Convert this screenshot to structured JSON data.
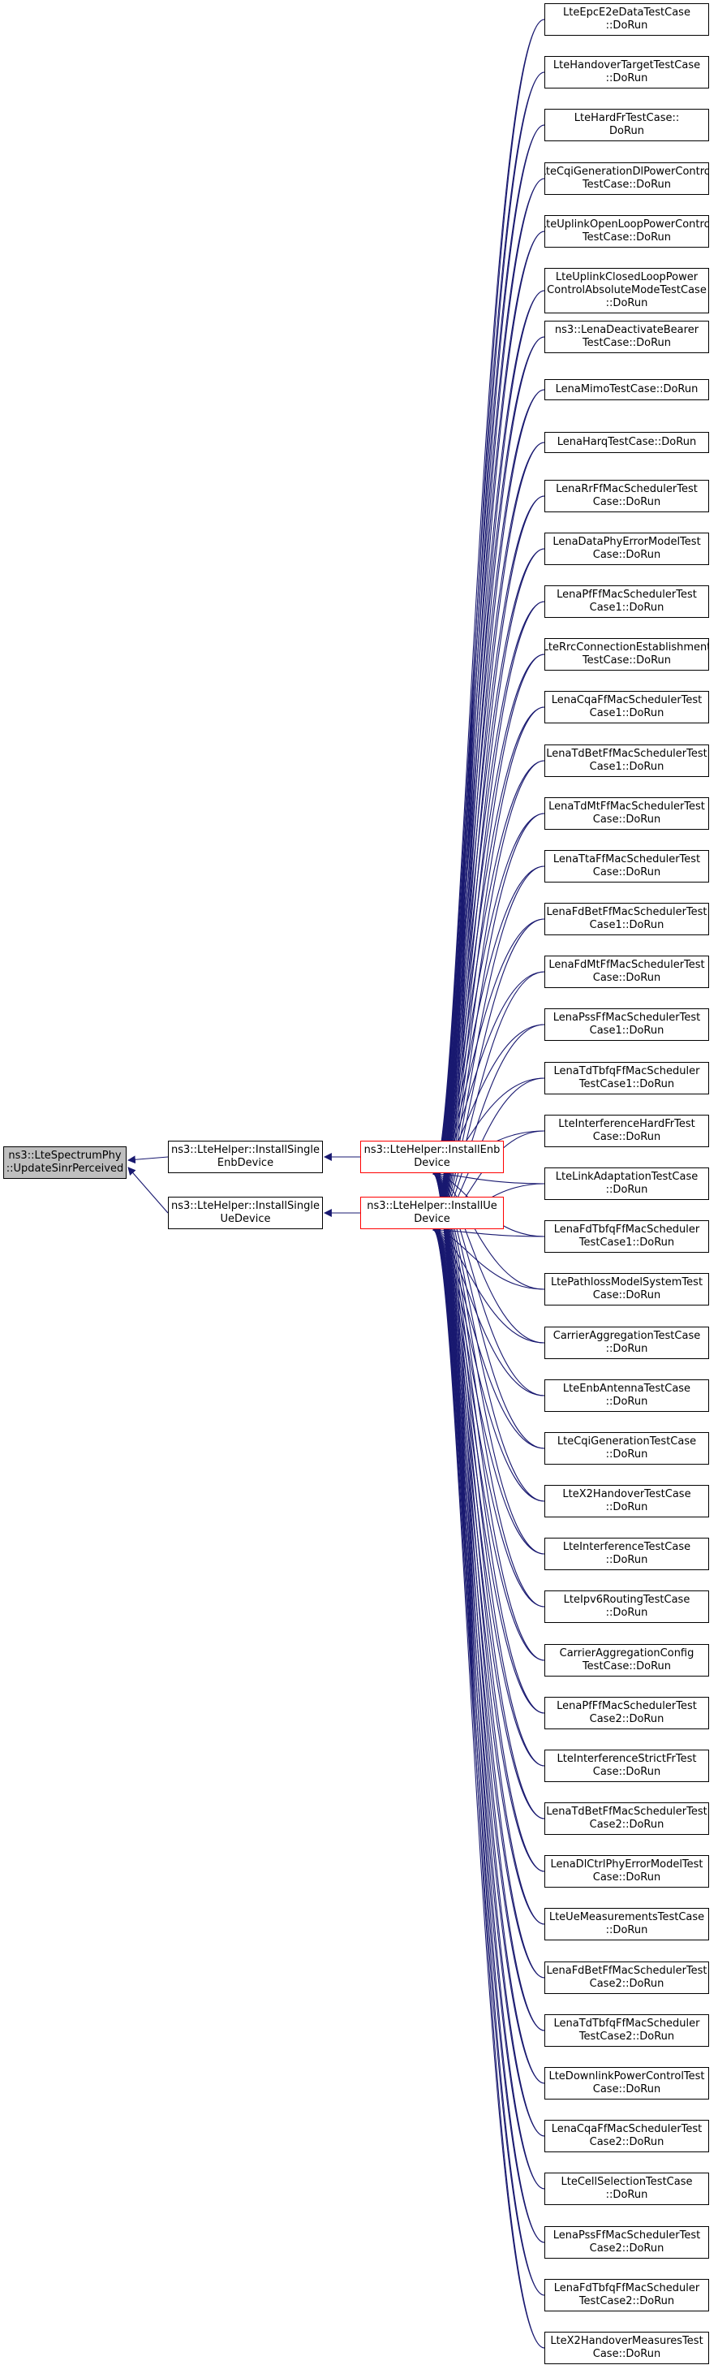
{
  "diagram": {
    "edge_color": "#191970",
    "root_fill": "#bfbfbf",
    "highlight_border": "#ff0000",
    "root": {
      "lines": [
        "ns3::LteSpectrumPhy",
        "::UpdateSinrPerceived"
      ]
    },
    "middle": [
      {
        "lines": [
          "ns3::LteHelper::InstallSingle",
          "EnbDevice"
        ]
      },
      {
        "lines": [
          "ns3::LteHelper::InstallSingle",
          "UeDevice"
        ]
      }
    ],
    "installers": [
      {
        "lines": [
          "ns3::LteHelper::InstallEnb",
          "Device"
        ]
      },
      {
        "lines": [
          "ns3::LteHelper::InstallUe",
          "Device"
        ]
      }
    ],
    "callers": [
      {
        "lines": [
          "LteEpcE2eDataTestCase",
          "::DoRun"
        ]
      },
      {
        "lines": [
          "LteHandoverTargetTestCase",
          "::DoRun"
        ]
      },
      {
        "lines": [
          "LteHardFrTestCase::",
          "DoRun"
        ]
      },
      {
        "lines": [
          "LteCqiGenerationDlPowerControl",
          "TestCase::DoRun"
        ]
      },
      {
        "lines": [
          "LteUplinkOpenLoopPowerControl",
          "TestCase::DoRun"
        ]
      },
      {
        "lines": [
          "LteUplinkClosedLoopPower",
          "ControlAbsoluteModeTestCase",
          "::DoRun"
        ]
      },
      {
        "lines": [
          "ns3::LenaDeactivateBearer",
          "TestCase::DoRun"
        ]
      },
      {
        "lines": [
          "LenaMimoTestCase::DoRun"
        ]
      },
      {
        "lines": [
          "LenaHarqTestCase::DoRun"
        ]
      },
      {
        "lines": [
          "LenaRrFfMacSchedulerTest",
          "Case::DoRun"
        ]
      },
      {
        "lines": [
          "LenaDataPhyErrorModelTest",
          "Case::DoRun"
        ]
      },
      {
        "lines": [
          "LenaPfFfMacSchedulerTest",
          "Case1::DoRun"
        ]
      },
      {
        "lines": [
          "LteRrcConnectionEstablishment",
          "TestCase::DoRun"
        ]
      },
      {
        "lines": [
          "LenaCqaFfMacSchedulerTest",
          "Case1::DoRun"
        ]
      },
      {
        "lines": [
          "LenaTdBetFfMacSchedulerTest",
          "Case1::DoRun"
        ]
      },
      {
        "lines": [
          "LenaTdMtFfMacSchedulerTest",
          "Case::DoRun"
        ]
      },
      {
        "lines": [
          "LenaTtaFfMacSchedulerTest",
          "Case::DoRun"
        ]
      },
      {
        "lines": [
          "LenaFdBetFfMacSchedulerTest",
          "Case1::DoRun"
        ]
      },
      {
        "lines": [
          "LenaFdMtFfMacSchedulerTest",
          "Case::DoRun"
        ]
      },
      {
        "lines": [
          "LenaPssFfMacSchedulerTest",
          "Case1::DoRun"
        ]
      },
      {
        "lines": [
          "LenaTdTbfqFfMacScheduler",
          "TestCase1::DoRun"
        ]
      },
      {
        "lines": [
          "LteInterferenceHardFrTest",
          "Case::DoRun"
        ]
      },
      {
        "lines": [
          "LteLinkAdaptationTestCase",
          "::DoRun"
        ]
      },
      {
        "lines": [
          "LenaFdTbfqFfMacScheduler",
          "TestCase1::DoRun"
        ]
      },
      {
        "lines": [
          "LtePathlossModelSystemTest",
          "Case::DoRun"
        ]
      },
      {
        "lines": [
          "CarrierAggregationTestCase",
          "::DoRun"
        ]
      },
      {
        "lines": [
          "LteEnbAntennaTestCase",
          "::DoRun"
        ]
      },
      {
        "lines": [
          "LteCqiGenerationTestCase",
          "::DoRun"
        ]
      },
      {
        "lines": [
          "LteX2HandoverTestCase",
          "::DoRun"
        ]
      },
      {
        "lines": [
          "LteInterferenceTestCase",
          "::DoRun"
        ]
      },
      {
        "lines": [
          "LteIpv6RoutingTestCase",
          "::DoRun"
        ]
      },
      {
        "lines": [
          "CarrierAggregationConfig",
          "TestCase::DoRun"
        ]
      },
      {
        "lines": [
          "LenaPfFfMacSchedulerTest",
          "Case2::DoRun"
        ]
      },
      {
        "lines": [
          "LteInterferenceStrictFrTest",
          "Case::DoRun"
        ]
      },
      {
        "lines": [
          "LenaTdBetFfMacSchedulerTest",
          "Case2::DoRun"
        ]
      },
      {
        "lines": [
          "LenaDlCtrlPhyErrorModelTest",
          "Case::DoRun"
        ]
      },
      {
        "lines": [
          "LteUeMeasurementsTestCase",
          "::DoRun"
        ]
      },
      {
        "lines": [
          "LenaFdBetFfMacSchedulerTest",
          "Case2::DoRun"
        ]
      },
      {
        "lines": [
          "LenaTdTbfqFfMacScheduler",
          "TestCase2::DoRun"
        ]
      },
      {
        "lines": [
          "LteDownlinkPowerControlTest",
          "Case::DoRun"
        ]
      },
      {
        "lines": [
          "LenaCqaFfMacSchedulerTest",
          "Case2::DoRun"
        ]
      },
      {
        "lines": [
          "LteCellSelectionTestCase",
          "::DoRun"
        ]
      },
      {
        "lines": [
          "LenaPssFfMacSchedulerTest",
          "Case2::DoRun"
        ]
      },
      {
        "lines": [
          "LenaFdTbfqFfMacScheduler",
          "TestCase2::DoRun"
        ]
      },
      {
        "lines": [
          "LteX2HandoverMeasuresTest",
          "Case::DoRun"
        ]
      }
    ]
  }
}
